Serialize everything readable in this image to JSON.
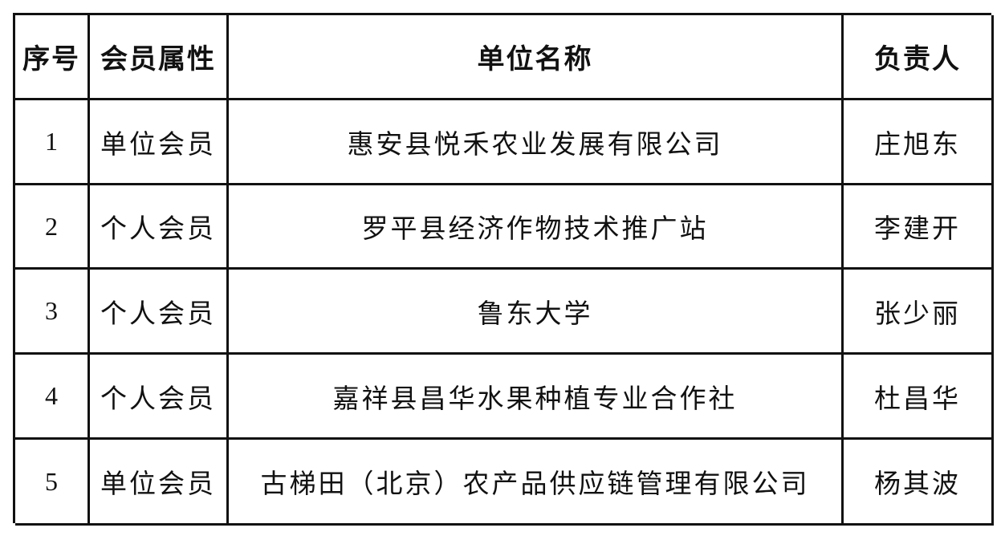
{
  "table": {
    "headers": {
      "index": "序号",
      "member_type": "会员属性",
      "organization": "单位名称",
      "contact": "负责人"
    },
    "rows": [
      {
        "index": "1",
        "member_type": "单位会员",
        "organization": "惠安县悦禾农业发展有限公司",
        "contact": "庄旭东"
      },
      {
        "index": "2",
        "member_type": "个人会员",
        "organization": "罗平县经济作物技术推广站",
        "contact": "李建开"
      },
      {
        "index": "3",
        "member_type": "个人会员",
        "organization": "鲁东大学",
        "contact": "张少丽"
      },
      {
        "index": "4",
        "member_type": "个人会员",
        "organization": "嘉祥县昌华水果种植专业合作社",
        "contact": "杜昌华"
      },
      {
        "index": "5",
        "member_type": "单位会员",
        "organization": "古梯田（北京）农产品供应链管理有限公司",
        "contact": "杨其波"
      }
    ]
  }
}
